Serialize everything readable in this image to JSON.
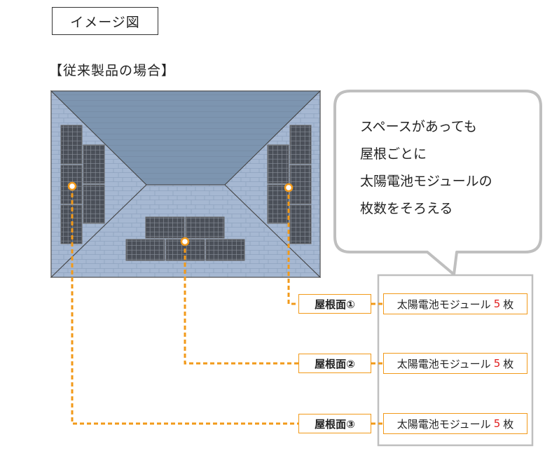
{
  "title": "イメージ図",
  "heading": "【従来製品の場合】",
  "bubble": {
    "lines": [
      "スペースがあっても",
      "屋根ごとに",
      "太陽電池モジュールの",
      "枚数をそろえる"
    ]
  },
  "rows": [
    {
      "roof": "屋根面①",
      "module_text": "太陽電池モジュール",
      "count": "5",
      "unit": "枚"
    },
    {
      "roof": "屋根面②",
      "module_text": "太陽電池モジュール",
      "count": "5",
      "unit": "枚"
    },
    {
      "roof": "屋根面③",
      "module_text": "太陽電池モジュール",
      "count": "5",
      "unit": "枚"
    }
  ],
  "colors": {
    "accent_orange": "#f29a1a",
    "count_red": "#e01e1e",
    "roof_top": "#7d95b0",
    "roof_side": "#a6b8d2",
    "panel": "#4a4f58",
    "bubble_border": "#bfbfbf"
  }
}
